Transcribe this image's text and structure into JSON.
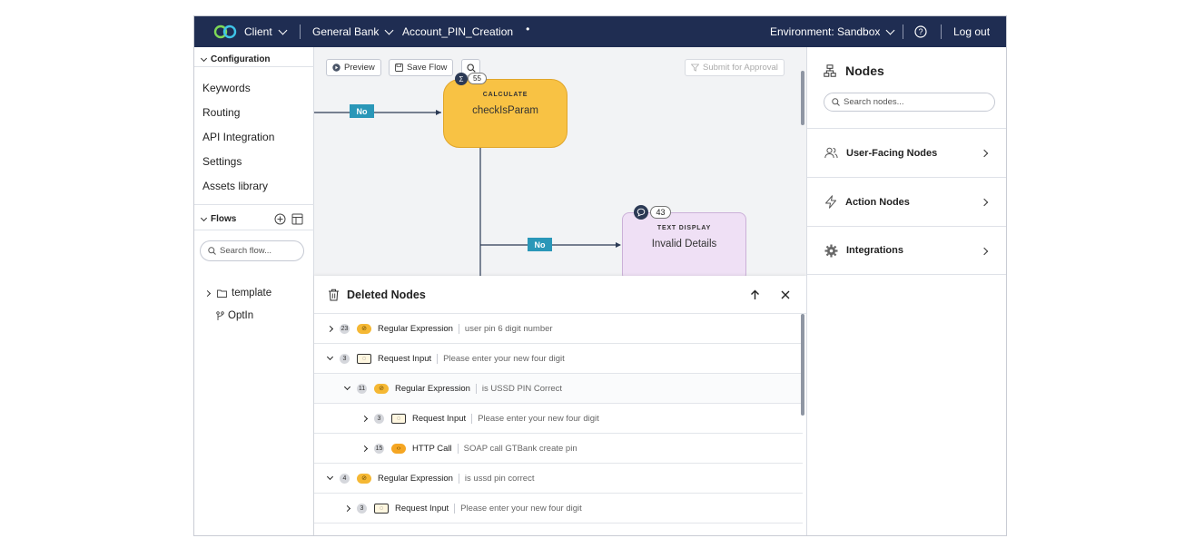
{
  "header": {
    "client": "Client",
    "bank": "General Bank",
    "flow_name": "Account_PIN_Creation",
    "unsaved_marker": "•",
    "environment": "Environment: Sandbox",
    "help_icon": "question-circle-icon",
    "logout": "Log out"
  },
  "sidebar": {
    "configuration_label": "Configuration",
    "items": [
      "Keywords",
      "Routing",
      "API Integration",
      "Settings",
      "Assets library"
    ],
    "flows_label": "Flows",
    "search_placeholder": "Search flow...",
    "tree": {
      "folder": "template",
      "flow": "OptIn"
    }
  },
  "toolbar": {
    "preview": "Preview",
    "save_flow": "Save Flow",
    "submit": "Submit for Approval"
  },
  "canvas": {
    "node_calculate": {
      "type": "CALCULATE",
      "title": "checkIsParam",
      "count": "55",
      "icon": "sigma-icon",
      "color": "#f8c244"
    },
    "node_text": {
      "type": "TEXT DISPLAY",
      "title": "Invalid Details",
      "count": "43",
      "icon": "chat-bubble-icon",
      "color": "#efe0f5"
    },
    "edge_label_1": "No",
    "edge_label_2": "No"
  },
  "deleted": {
    "title": "Deleted Nodes",
    "rows": [
      {
        "count": "23",
        "type": "Regular Expression",
        "desc": "user pin 6 digit number",
        "expanded": false,
        "level": 0,
        "icon": "regex-icon"
      },
      {
        "count": "3",
        "type": "Request Input",
        "desc": "Please enter your new four digit",
        "expanded": true,
        "level": 0,
        "icon": "input-icon"
      },
      {
        "count": "11",
        "type": "Regular Expression",
        "desc": "is USSD PIN Correct",
        "expanded": true,
        "level": 1,
        "icon": "regex-icon"
      },
      {
        "count": "3",
        "type": "Request Input",
        "desc": "Please enter your new four digit",
        "expanded": false,
        "level": 2,
        "icon": "input-icon"
      },
      {
        "count": "15",
        "type": "HTTP Call",
        "desc": "SOAP call GTBank create pin",
        "expanded": false,
        "level": 2,
        "icon": "code-icon"
      },
      {
        "count": "4",
        "type": "Regular Expression",
        "desc": "is ussd pin correct",
        "expanded": true,
        "level": 0,
        "icon": "regex-icon"
      },
      {
        "count": "3",
        "type": "Request Input",
        "desc": "Please enter your new four digit",
        "expanded": false,
        "level": 1,
        "icon": "input-icon"
      }
    ]
  },
  "nodes_panel": {
    "title": "Nodes",
    "search_placeholder": "Search nodes...",
    "sections": [
      "User-Facing Nodes",
      "Action Nodes",
      "Integrations"
    ]
  },
  "colors": {
    "header_bg": "#1f2d52",
    "accent_teal": "#2a97b8",
    "calculate": "#f8c244"
  }
}
